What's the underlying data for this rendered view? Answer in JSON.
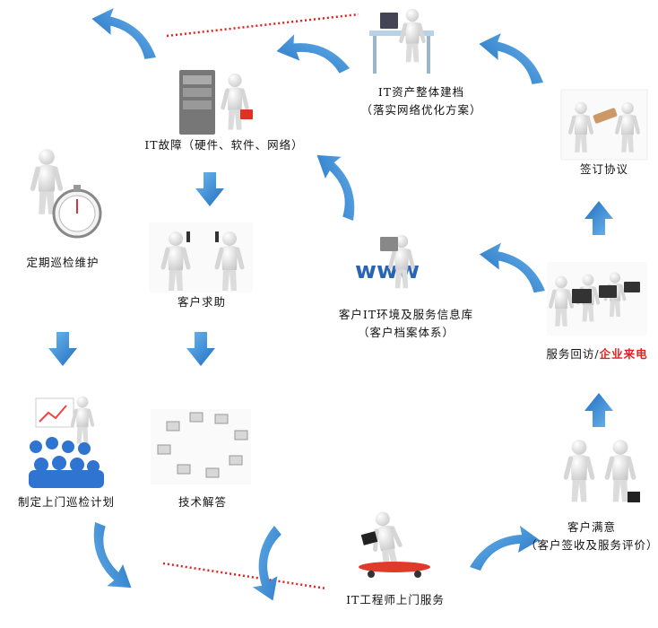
{
  "nodes": {
    "it_asset": {
      "line1": "IT资产整体建档",
      "line2": "（落实网络优化方案）"
    },
    "it_fault": {
      "line1": "IT故障（硬件、软件、网络）"
    },
    "sign_agreement": {
      "line1": "签订协议"
    },
    "regular_inspection": {
      "line1": "定期巡检维护"
    },
    "customer_help": {
      "line1": "客户求助"
    },
    "info_base": {
      "line1": "客户IT环境及服务信息库",
      "line2": "（客户档案体系）"
    },
    "callback": {
      "line1": "服务回访/",
      "line1_red": "企业来电"
    },
    "inspection_plan": {
      "line1": "制定上门巡检计划"
    },
    "tech_answer": {
      "line1": "技术解答"
    },
    "satisfaction": {
      "line1": "客户满意",
      "line2": "（客户签收及服务评价）"
    },
    "onsite_service": {
      "line1": "IT工程师上门服务"
    }
  },
  "colors": {
    "arrow_blue": "#3a8fd6",
    "dotted_red": "#e02020",
    "highlight_red": "#e0201f",
    "figure_white": "#f2f2f2"
  }
}
